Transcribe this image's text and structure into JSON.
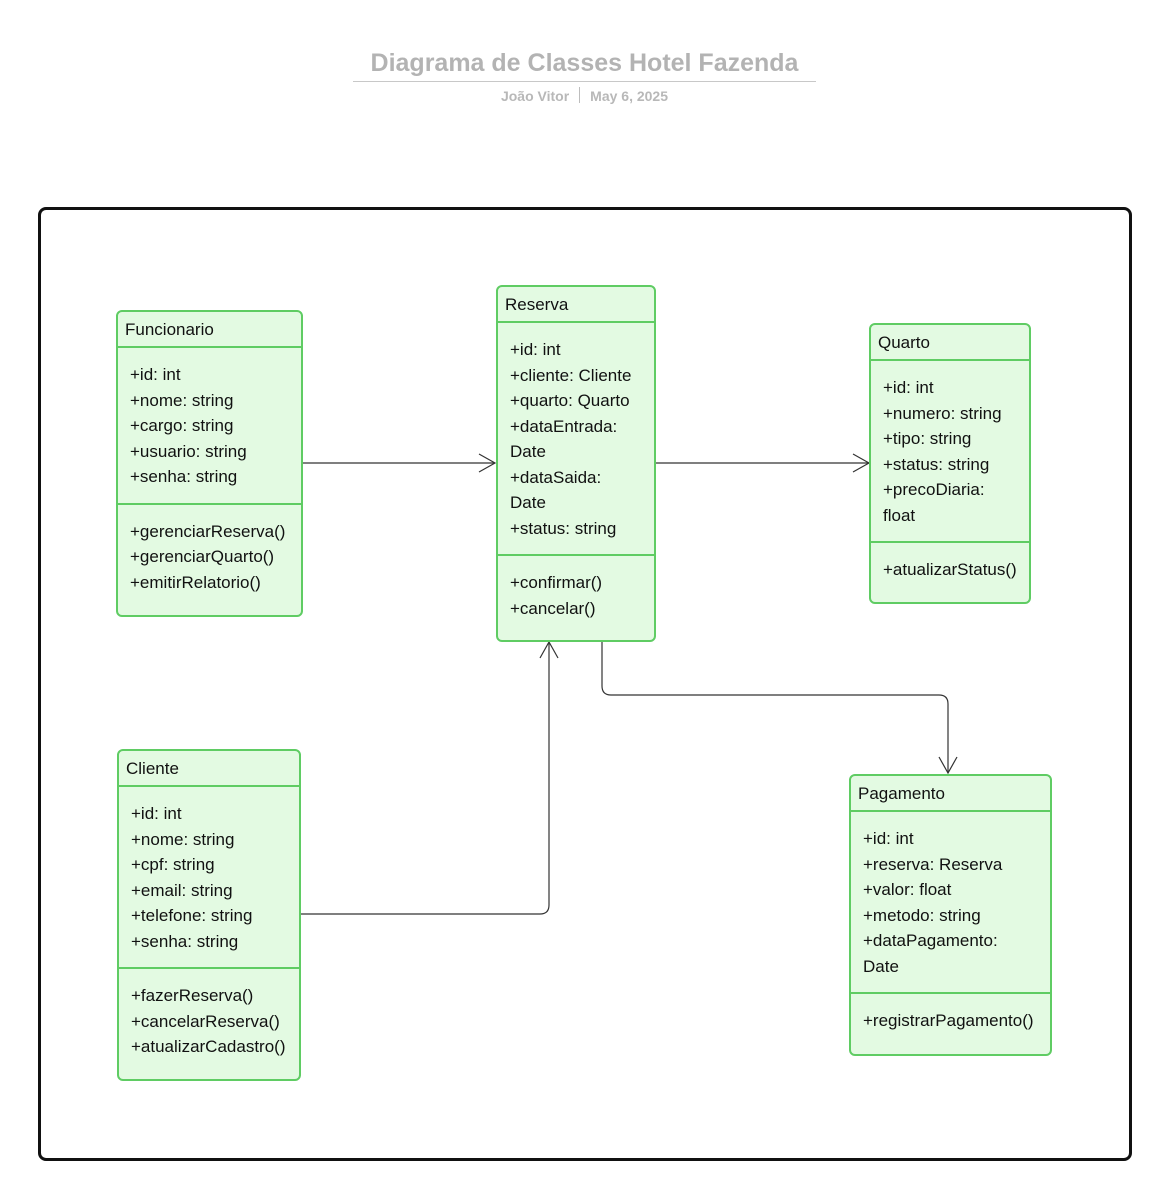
{
  "header": {
    "title": "Diagrama de Classes Hotel Fazenda",
    "author": "João Vitor",
    "date": "May 6, 2025"
  },
  "colors": {
    "class_fill": "#e3fae2",
    "class_border": "#5fcc63",
    "connector": "#333333",
    "frame": "#111111"
  },
  "classes": {
    "funcionario": {
      "name": "Funcionario",
      "attributes": [
        "+id: int",
        "+nome: string",
        "+cargo: string",
        "+usuario: string",
        "+senha: string"
      ],
      "methods": [
        "+gerenciarReserva()",
        "+gerenciarQuarto()",
        "+emitirRelatorio()"
      ]
    },
    "reserva": {
      "name": "Reserva",
      "attributes": [
        "+id: int",
        "+cliente: Cliente",
        "+quarto: Quarto",
        "+dataEntrada:",
        "Date",
        "+dataSaida:",
        "Date",
        "+status: string"
      ],
      "methods": [
        "+confirmar()",
        "+cancelar()"
      ]
    },
    "quarto": {
      "name": "Quarto",
      "attributes": [
        "+id: int",
        "+numero: string",
        "+tipo: string",
        "+status: string",
        "+precoDiaria:",
        "float"
      ],
      "methods": [
        "+atualizarStatus()"
      ]
    },
    "cliente": {
      "name": "Cliente",
      "attributes": [
        "+id: int",
        "+nome: string",
        "+cpf: string",
        "+email: string",
        "+telefone: string",
        "+senha: string"
      ],
      "methods": [
        "+fazerReserva()",
        "+cancelarReserva()",
        "+atualizarCadastro()"
      ]
    },
    "pagamento": {
      "name": "Pagamento",
      "attributes": [
        "+id: int",
        "+reserva: Reserva",
        "+valor: float",
        "+metodo: string",
        "+dataPagamento:",
        "Date"
      ],
      "methods": [
        "+registrarPagamento()"
      ]
    }
  },
  "relationships": [
    {
      "from": "Funcionario",
      "to": "Reserva",
      "arrow": "open"
    },
    {
      "from": "Reserva",
      "to": "Quarto",
      "arrow": "open"
    },
    {
      "from": "Reserva",
      "to": "Pagamento",
      "arrow": "open"
    },
    {
      "from": "Cliente",
      "to": "Reserva",
      "arrow": "open"
    }
  ]
}
